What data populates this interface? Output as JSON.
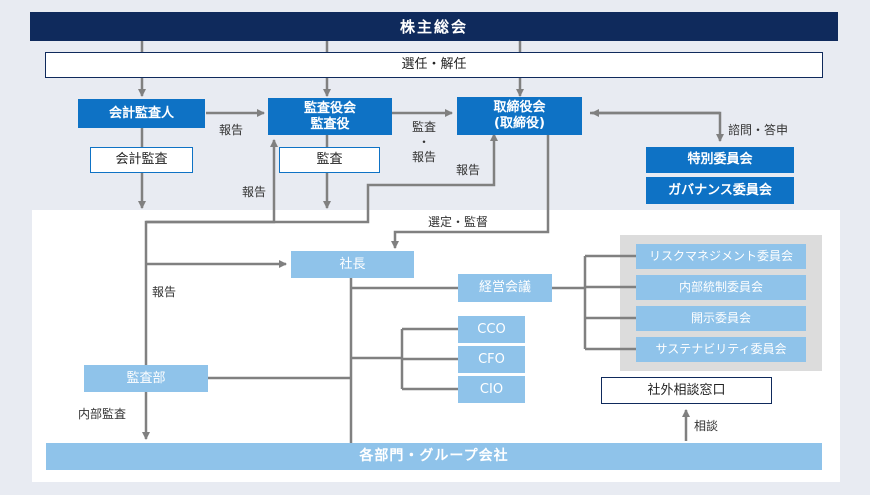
{
  "diagram": {
    "shareholders_meeting": "株主総会",
    "appointment_dismissal": "選任・解任",
    "accounting_auditor": "会計監査人",
    "accounting_audit": "会計監査",
    "audit_committee": [
      "監査役会",
      "監査役"
    ],
    "audit": "監査",
    "board": [
      "取締役会",
      "(取締役)"
    ],
    "special_committee": "特別委員会",
    "governance_committee": "ガバナンス委員会",
    "consultation_report": "諮問・答申",
    "president": "社長",
    "management_meeting": "経営会議",
    "officers": [
      "CCO",
      "CFO",
      "CIO"
    ],
    "committees": [
      "リスクマネジメント委員会",
      "内部統制委員会",
      "開示委員会",
      "サステナビリティ委員会"
    ],
    "audit_dept": "監査部",
    "external_consultation": "社外相談窓口",
    "departments": "各部門・グループ会社",
    "labels": {
      "report": "報告",
      "audit_report": [
        "監査",
        "・",
        "報告"
      ],
      "selection_supervision": "選定・監督",
      "internal_audit": "内部監査",
      "consultation": "相談"
    }
  }
}
